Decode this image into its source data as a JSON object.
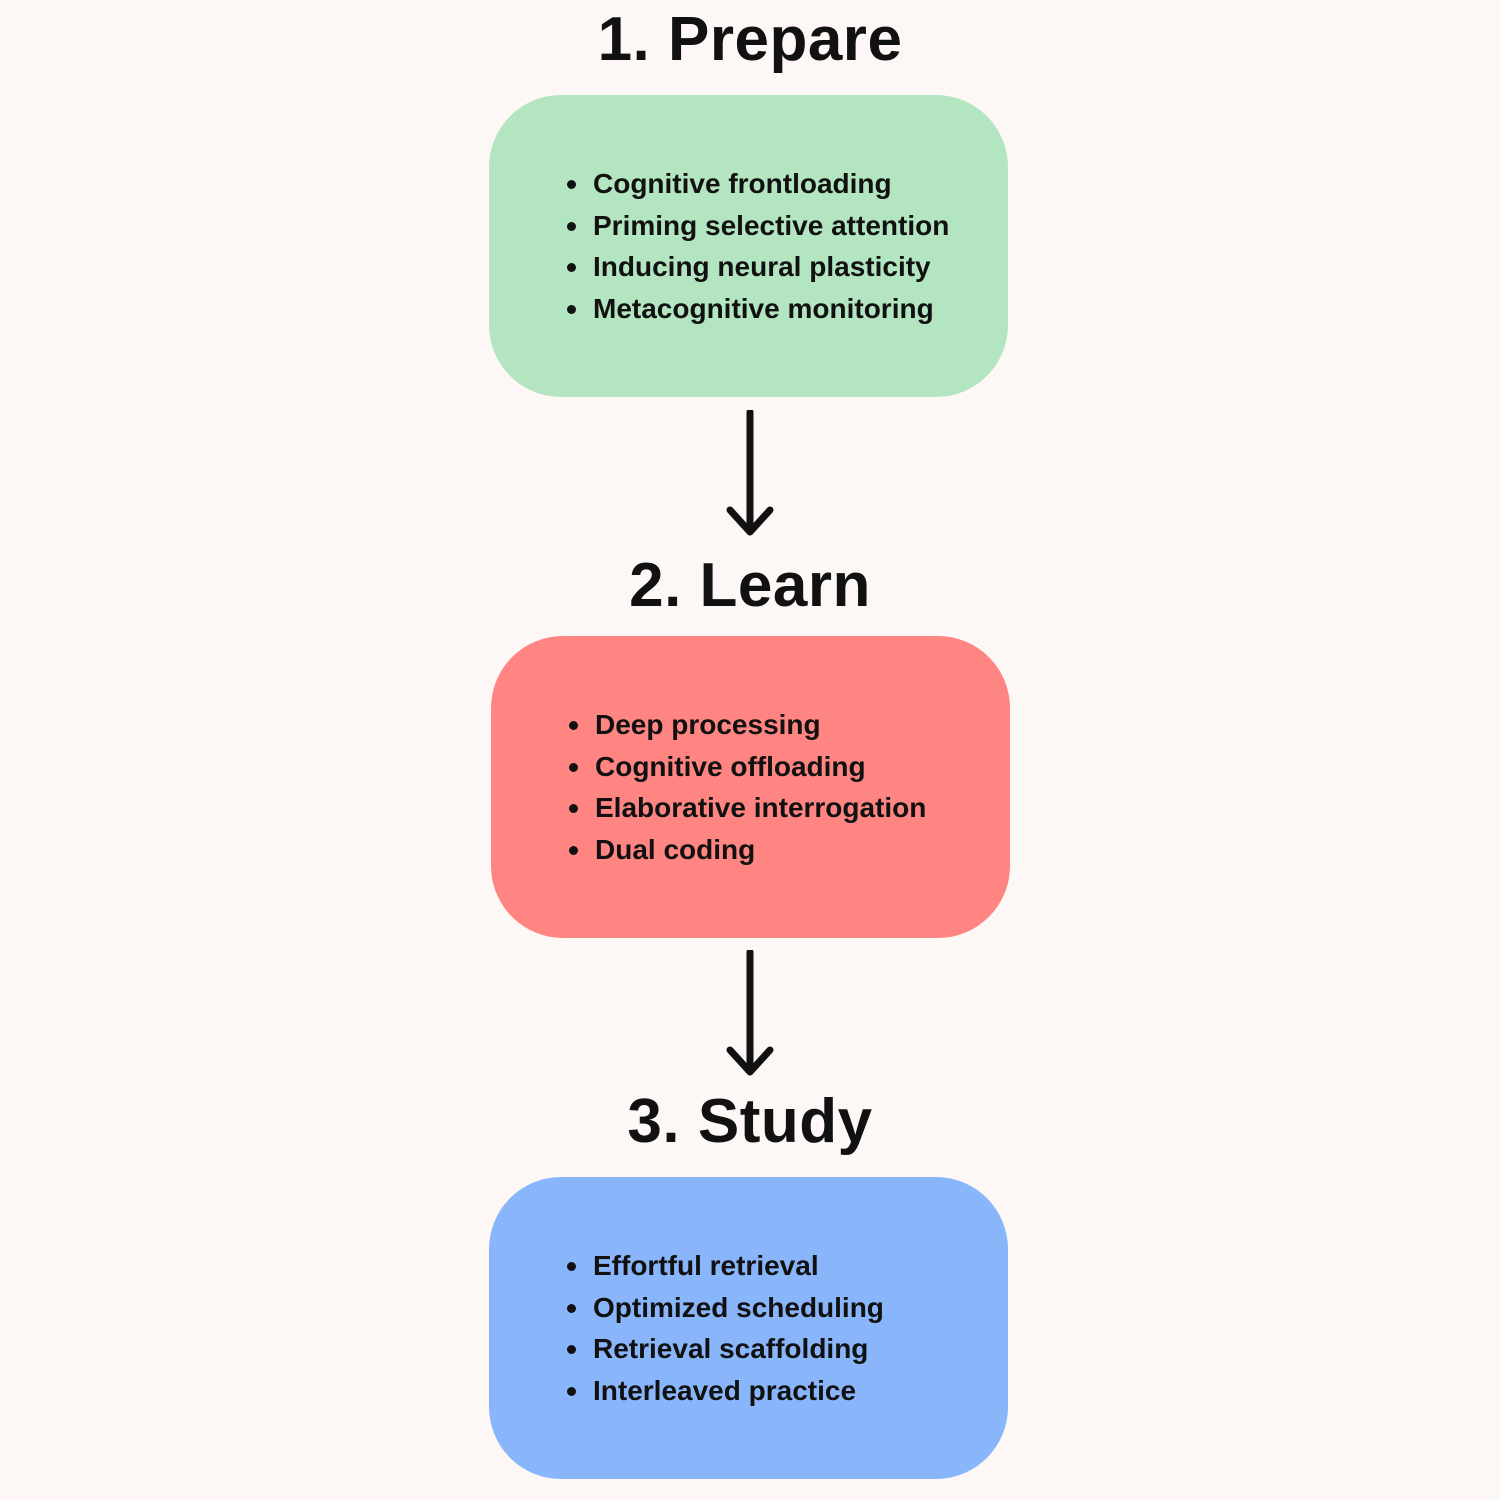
{
  "stages": [
    {
      "title": "1. Prepare",
      "color": "#b3e5c1",
      "items": [
        "Cognitive frontloading",
        "Priming selective attention",
        "Inducing neural plasticity",
        "Metacognitive monitoring"
      ]
    },
    {
      "title": "2. Learn",
      "color": "#ff8582",
      "items": [
        "Deep processing",
        "Cognitive offloading",
        "Elaborative interrogation",
        "Dual coding"
      ]
    },
    {
      "title": "3. Study",
      "color": "#89b6fb",
      "items": [
        "Effortful retrieval",
        "Optimized scheduling",
        "Retrieval scaffolding",
        "Interleaved practice"
      ]
    }
  ]
}
